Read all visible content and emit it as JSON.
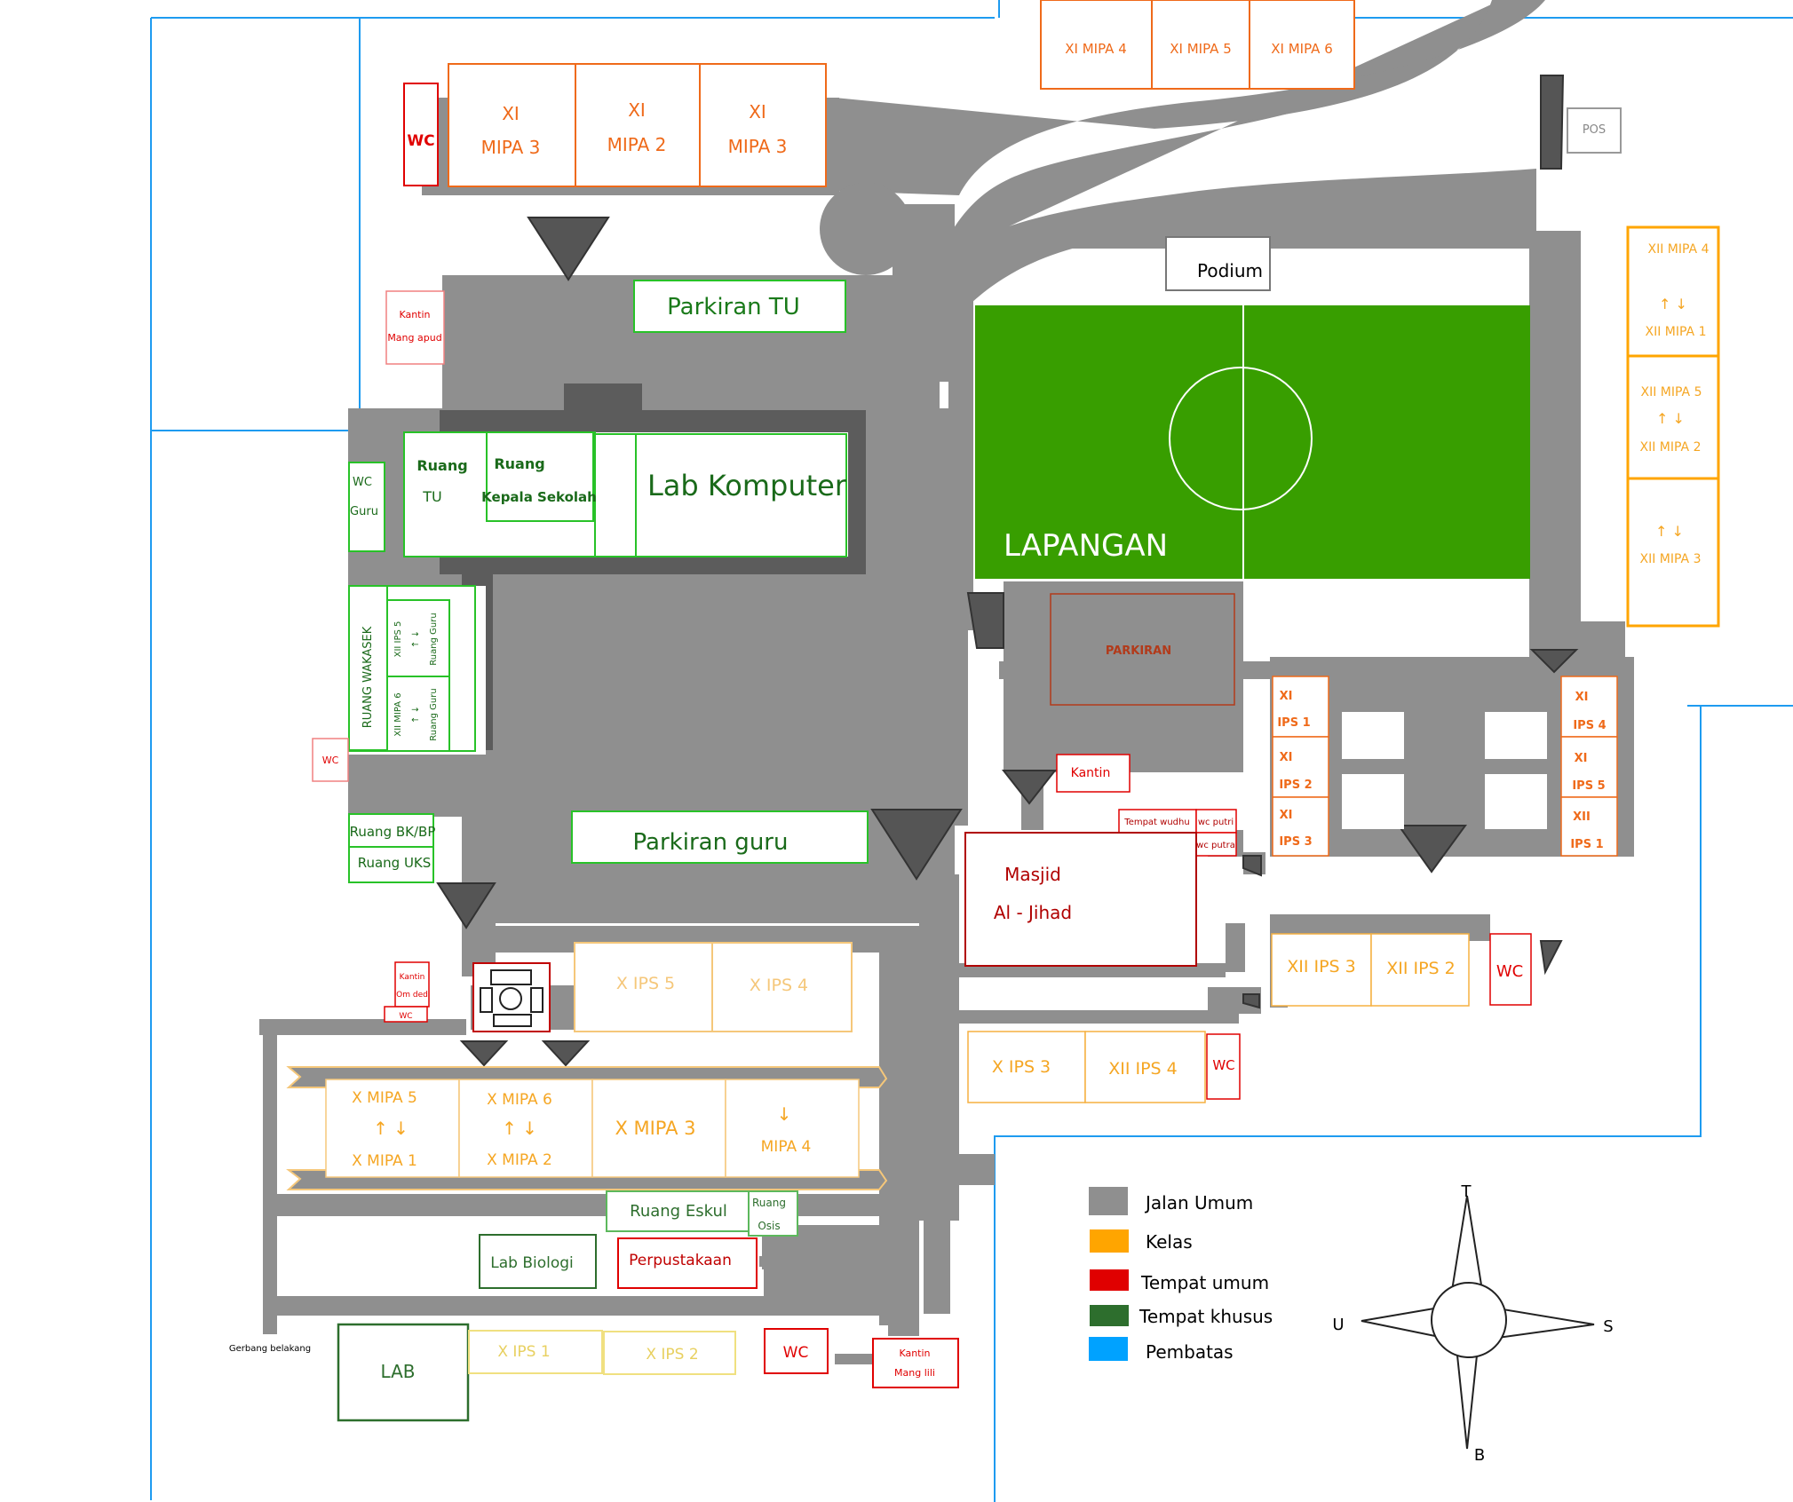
{
  "colors": {
    "road": "#8f8f8f",
    "road_dark": "#5f5f5f",
    "field": "#389e00",
    "kelas": "#ffa500",
    "kelas_text": "#f5a623",
    "kelas_orange": "#ef6a1a",
    "ips_x": "#f0e080",
    "umum": "#e00000",
    "khusus": "#1a9e1a",
    "khusus_dark": "#2d6e2d",
    "pembatas": "#1e9bf0",
    "parkiran": "#b23a1a"
  },
  "classrooms": {
    "xi_mipa_3_a": {
      "line1": "XI",
      "line2": "MIPA 3"
    },
    "xi_mipa_2": {
      "line1": "XI",
      "line2": "MIPA 2"
    },
    "xi_mipa_3_b": {
      "line1": "XI",
      "line2": "MIPA 3"
    },
    "xi_mipa_4": "XI MIPA 4",
    "xi_mipa_5": "XI MIPA 5",
    "xi_mipa_6": "XI MIPA 6",
    "xii_mipa_4": {
      "line1": "XII MIPA 4",
      "arrow": "↑ ↓",
      "line2": "XII MIPA 1"
    },
    "xii_mipa_5": {
      "line1": "XII MIPA 5",
      "arrow": "↑ ↓",
      "line2": "XII MIPA 2"
    },
    "xii_mipa_3": {
      "arrow": "↑ ↓",
      "line1": "XII MIPA 3"
    },
    "xi_ips_1": {
      "line1": "XI",
      "line2": "IPS 1"
    },
    "xi_ips_2": {
      "line1": "XI",
      "line2": "IPS 2"
    },
    "xi_ips_3": {
      "line1": "XI",
      "line2": "IPS 3"
    },
    "xi_ips_4": {
      "line1": "XI",
      "line2": "IPS 4"
    },
    "xi_ips_5": {
      "line1": "XI",
      "line2": "IPS 5"
    },
    "xii_ips_1": {
      "line1": "XII",
      "line2": "IPS 1"
    },
    "xii_ips_3": "XII IPS 3",
    "xii_ips_2": "XII IPS 2",
    "x_ips_3": "X IPS 3",
    "xii_ips_4": "XII IPS 4",
    "x_ips_5": "X IPS 5",
    "x_ips_4": "X IPS 4",
    "x_mipa_5": {
      "line1": "X MIPA 5",
      "arrow": "↑ ↓",
      "line2": "X MIPA 1"
    },
    "x_mipa_6": {
      "line1": "X MIPA 6",
      "arrow": "↑ ↓",
      "line2": "X MIPA 2"
    },
    "x_mipa_3": "X MIPA 3",
    "mipa_4": {
      "arrow": "↓",
      "line1": "MIPA 4"
    },
    "x_ips_1": "X IPS 1",
    "x_ips_2": "X IPS 2",
    "xii_ips_5": {
      "line1": "XII IPS 5",
      "arrow": "↑ ↓",
      "line2": "Ruang Guru"
    },
    "xii_mipa_6": {
      "line1": "XII MIPA 6",
      "arrow": "↑ ↓",
      "line2": "Ruang Guru"
    }
  },
  "places": {
    "wc_top": "WC",
    "kantin_mang_apud": {
      "line1": "Kantin",
      "line2": "Mang apud"
    },
    "parkiran_tu": "Parkiran TU",
    "pos": "POS",
    "podium": "Podium",
    "lapangan": "LAPANGAN",
    "ruang_tu": {
      "line1": "Ruang",
      "line2": "TU"
    },
    "ruang_kepsek": {
      "line1": "Ruang",
      "line2": "Kepala Sekolah"
    },
    "lab_komputer": "Lab Komputer",
    "wc_guru": {
      "line1": "WC",
      "line2": "Guru"
    },
    "ruang_wakasek": "RUANG WAKASEK",
    "wc_left": "WC",
    "ruang_bkbp": "Ruang BK/BP",
    "ruang_uks": "Ruang UKS",
    "parkiran_guru": "Parkiran guru",
    "parkiran": "PARKIRAN",
    "kantin_mid": "Kantin",
    "tempat_wudhu": "Tempat wudhu",
    "wc_putri": "wc putri",
    "wc_putra": "wc putra",
    "masjid": {
      "line1": "Masjid",
      "line2": "Al - Jihad"
    },
    "wc_right": "WC",
    "wc_mid": "WC",
    "kantin_om_dedi": {
      "line1": "Kantin",
      "line2": "Om ded"
    },
    "wc_small": "WC",
    "ruang_eskul": "Ruang Eskul",
    "ruang_osis": {
      "line1": "Ruang",
      "line2": "Osis"
    },
    "lab_biologi": "Lab Biologi",
    "perpustakaan": "Perpustakaan",
    "gerbang_belakang": "Gerbang belakang",
    "lab": "LAB",
    "wc_bottom": "WC",
    "kantin_mang_lili": {
      "line1": "Kantin",
      "line2": "Mang lili"
    }
  },
  "legend": {
    "items": [
      {
        "label": "Jalan Umum",
        "color": "#8f8f8f"
      },
      {
        "label": "Kelas",
        "color": "#ffa500"
      },
      {
        "label": "Tempat umum",
        "color": "#e00000"
      },
      {
        "label": "Tempat khusus",
        "color": "#2d6e2d"
      },
      {
        "label": "Pembatas",
        "color": "#00a2ff"
      }
    ]
  },
  "compass": {
    "north": "T",
    "south": "B",
    "west": "U",
    "east": "S"
  }
}
